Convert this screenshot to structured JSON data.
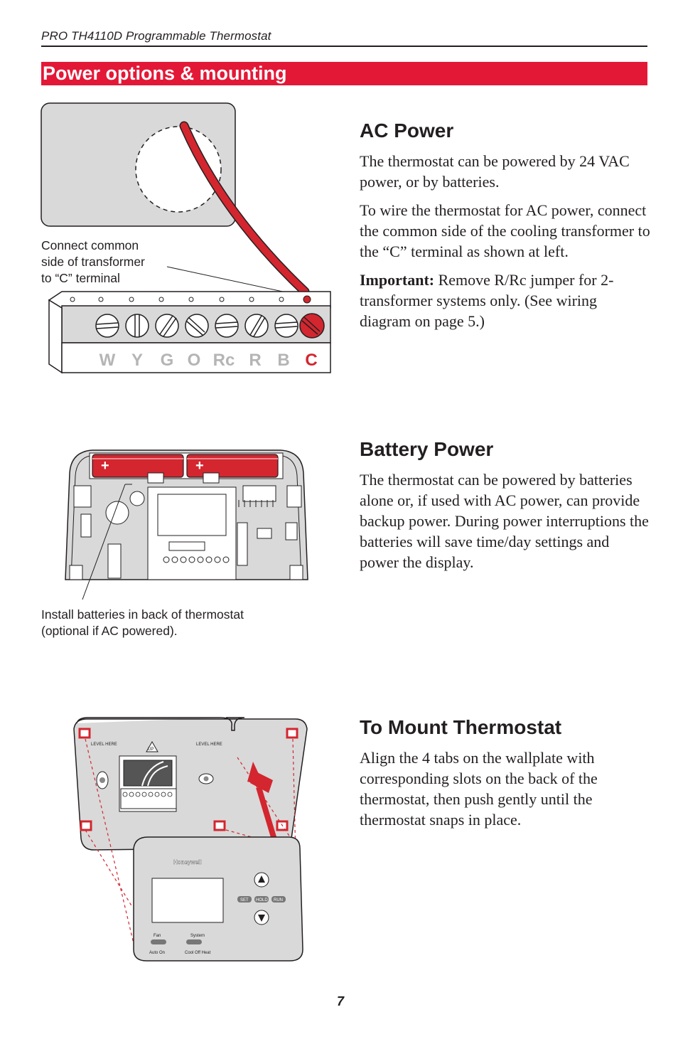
{
  "header": {
    "running_title": "PRO TH4110D Programmable Thermostat",
    "section_title": "Power options & mounting"
  },
  "ac_power": {
    "heading": "AC Power",
    "para1": "The thermostat can be powered by 24 VAC power, or by batteries.",
    "para2": "To wire the thermostat for AC power, connect the common side of the cooling transformer to the “C” terminal as shown at left.",
    "important_label": "Important:",
    "important_text": " Remove R/Rc jumper for 2-transformer systems only. (See wiring diagram on page 5.)",
    "callout": [
      "Connect common",
      "side of transformer",
      "to “C” terminal"
    ],
    "terminals": [
      "W",
      "Y",
      "G",
      "O",
      "Rc",
      "R",
      "B",
      "C"
    ]
  },
  "battery_power": {
    "heading": "Battery Power",
    "para1": "The thermostat can be powered by batteries alone or, if used with AC power, can provide backup power. During power interruptions the batteries will save time/day settings and power the display.",
    "callout": [
      "Install batteries in back of thermostat",
      "(optional if AC powered)."
    ],
    "battery_sign": "+"
  },
  "mount": {
    "heading": "To Mount Thermostat",
    "para1": "Align the 4 tabs on the wallplate with corresponding slots on the back of the thermostat, then push gently until the thermostat snaps in place.",
    "wallplate": {
      "level_left": "LEVEL HERE",
      "level_right": "LEVEL HERE",
      "up": "UP"
    },
    "thermostat": {
      "brand": "Honeywell",
      "buttons": [
        "SET",
        "HOLD",
        "RUN"
      ],
      "fan_label": "Fan",
      "fan_options": "Auto  On",
      "system_label": "System",
      "system_options": "Cool  Off  Heat"
    }
  },
  "colors": {
    "accent": "#e31837",
    "wire": "#d3262f",
    "plate": "#d9d9d9"
  },
  "footer": {
    "page_number": "7"
  }
}
